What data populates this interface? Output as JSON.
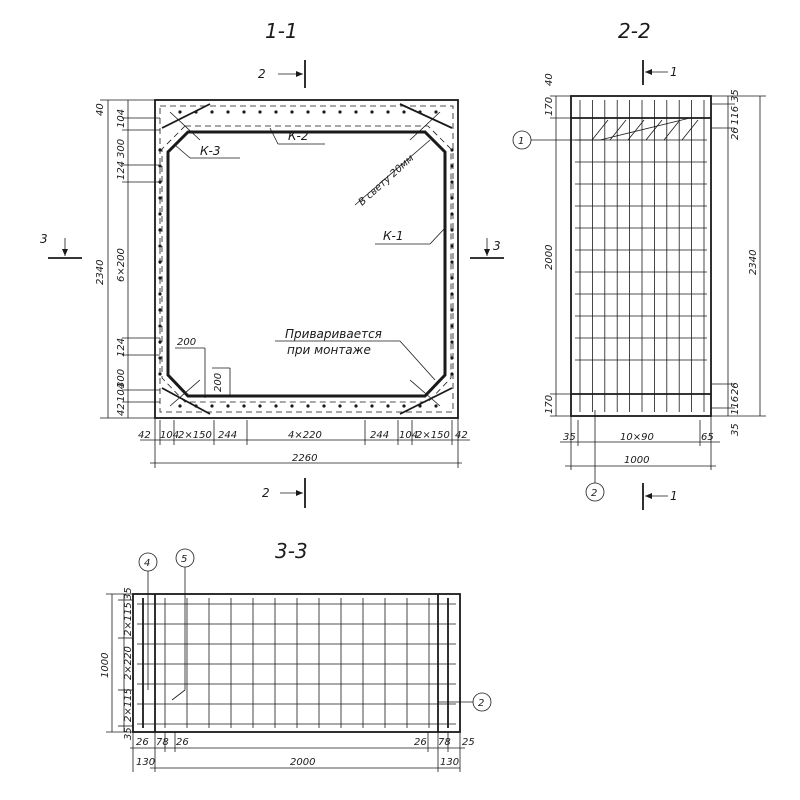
{
  "sections": {
    "s11": {
      "title": "1-1",
      "cut2_top": "2",
      "cut2_bottom": "2",
      "cut3_left": "3",
      "cut3_right": "3",
      "label_k3": "К-3",
      "label_k2": "К-2",
      "label_k1": "К-1",
      "clearance": "В свету 20мм",
      "weld_line1": "Приваривается",
      "weld_line2": "при монтаже",
      "dim_total_h": "2340",
      "dim_6x200": "6×200",
      "dim_124_top": "124",
      "dim_300_top": "300",
      "dim_104_top": "104",
      "dim_40_top": "40",
      "dim_124_bot": "124",
      "dim_300_bot": "300",
      "dim_104_bot": "104",
      "dim_42_bot": "42",
      "dim_200_a": "200",
      "dim_200_b": "200",
      "bottom_42_left": "42",
      "bottom_104_left": "104",
      "bottom_2x150_left": "2×150",
      "bottom_244_left": "244",
      "bottom_4x220": "4×220",
      "bottom_244_right": "244",
      "bottom_104_right": "104",
      "bottom_2x150_right": "2×150",
      "bottom_42_right": "42",
      "dim_total_w": "2260"
    },
    "s22": {
      "title": "2-2",
      "cut1_top": "1",
      "cut1_bottom": "1",
      "callout_1": "1",
      "callout_2": "2",
      "left_40": "40",
      "left_170_top": "170",
      "left_2000": "2000",
      "left_170_bot": "170",
      "right_35_top": "35",
      "right_116_top": "116",
      "right_26_top": "26",
      "right_2340": "2340",
      "right_26_bot": "26",
      "right_116_bot": "116",
      "right_35_bot": "35",
      "bot_35": "35",
      "bot_10x90": "10×90",
      "bot_65": "65",
      "bot_1000": "1000"
    },
    "s33": {
      "title": "3-3",
      "callout_4": "4",
      "callout_5": "5",
      "callout_2": "2",
      "left_1000": "1000",
      "left_35_top": "35",
      "left_2x115_top": "2×115",
      "left_2x220": "2×220",
      "left_2x115_bot": "2×115",
      "left_35_bot": "35",
      "bot_26_l1": "26",
      "bot_78_l": "78",
      "bot_26_l2": "26",
      "bot_26_r1": "26",
      "bot_78_r": "78",
      "bot_25_r": "25",
      "bot_130_l": "130",
      "bot_2000": "2000",
      "bot_130_r": "130"
    }
  }
}
